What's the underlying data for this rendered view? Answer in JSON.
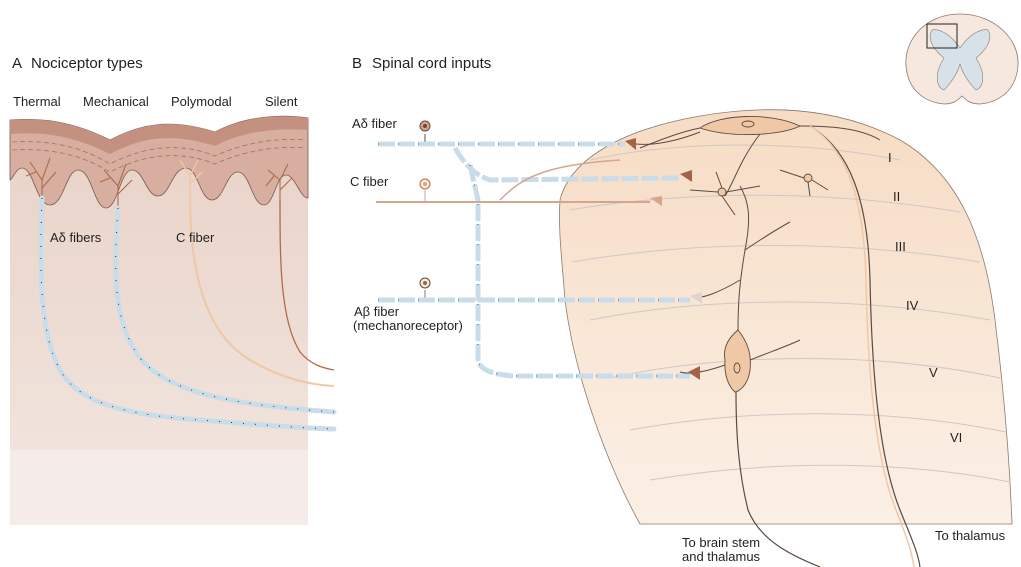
{
  "panel_a": {
    "letter": "A",
    "title": "Nociceptor types",
    "types": [
      "Thermal",
      "Mechanical",
      "Polymodal",
      "Silent"
    ],
    "adelta_fibers_label": "Aδ fibers",
    "c_fiber_label": "C fiber"
  },
  "panel_b": {
    "letter": "B",
    "title": "Spinal cord inputs",
    "inputs": {
      "adelta": "Aδ fiber",
      "c": "C fiber",
      "abeta_line1": "Aβ fiber",
      "abeta_line2": "(mechanoreceptor)"
    },
    "laminae": [
      "I",
      "II",
      "III",
      "IV",
      "V",
      "VI"
    ],
    "outputs": {
      "brainstem_line1": "To brain stem",
      "brainstem_line2": "and thalamus",
      "thalamus": "To thalamus"
    }
  },
  "colors": {
    "myelin": "#c9dcea",
    "myelin_outline": "#1f2a33",
    "c_fiber": "#e9c09d",
    "skin_top": "#c9907c",
    "dermis": "#eeddd5",
    "grey_matter": "#fbe9d8",
    "neuron": "#f0c8a6",
    "terminal": "#a4624a"
  }
}
